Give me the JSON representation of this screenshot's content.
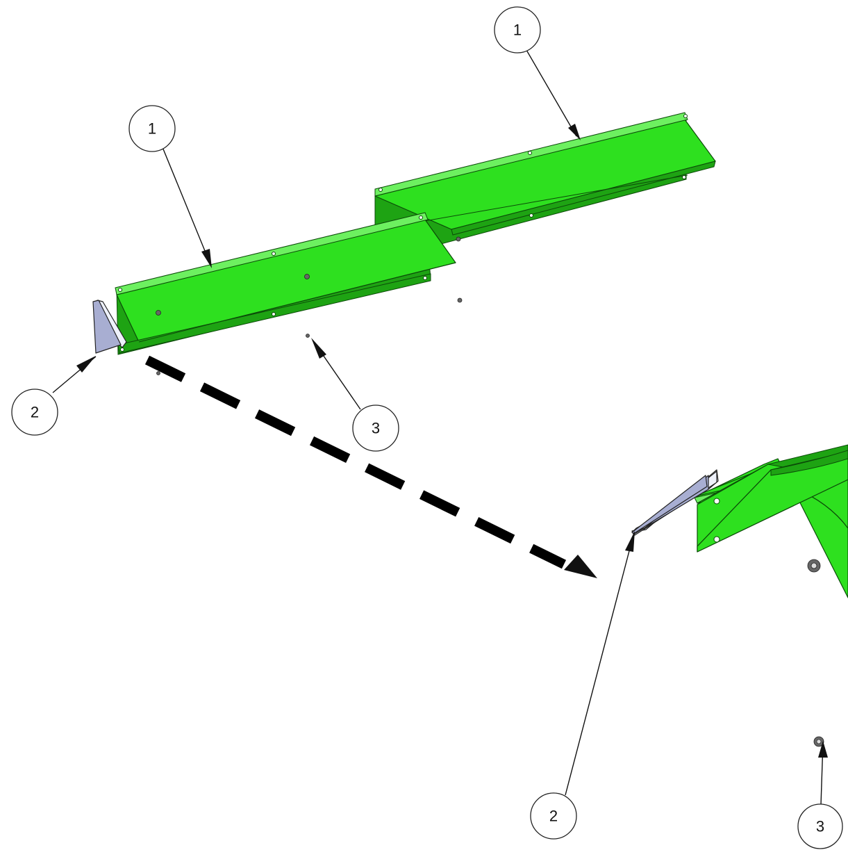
{
  "callouts": [
    {
      "id": "c1a",
      "label": "1"
    },
    {
      "id": "c1b",
      "label": "1"
    },
    {
      "id": "c2a",
      "label": "2"
    },
    {
      "id": "c3a",
      "label": "3"
    },
    {
      "id": "c2b",
      "label": "2"
    },
    {
      "id": "c3b",
      "label": "3"
    }
  ],
  "colors": {
    "rail": "#2ee01f",
    "gusset": "#a8aed2",
    "background": "#ffffff",
    "detail_arrow": "#000000"
  }
}
